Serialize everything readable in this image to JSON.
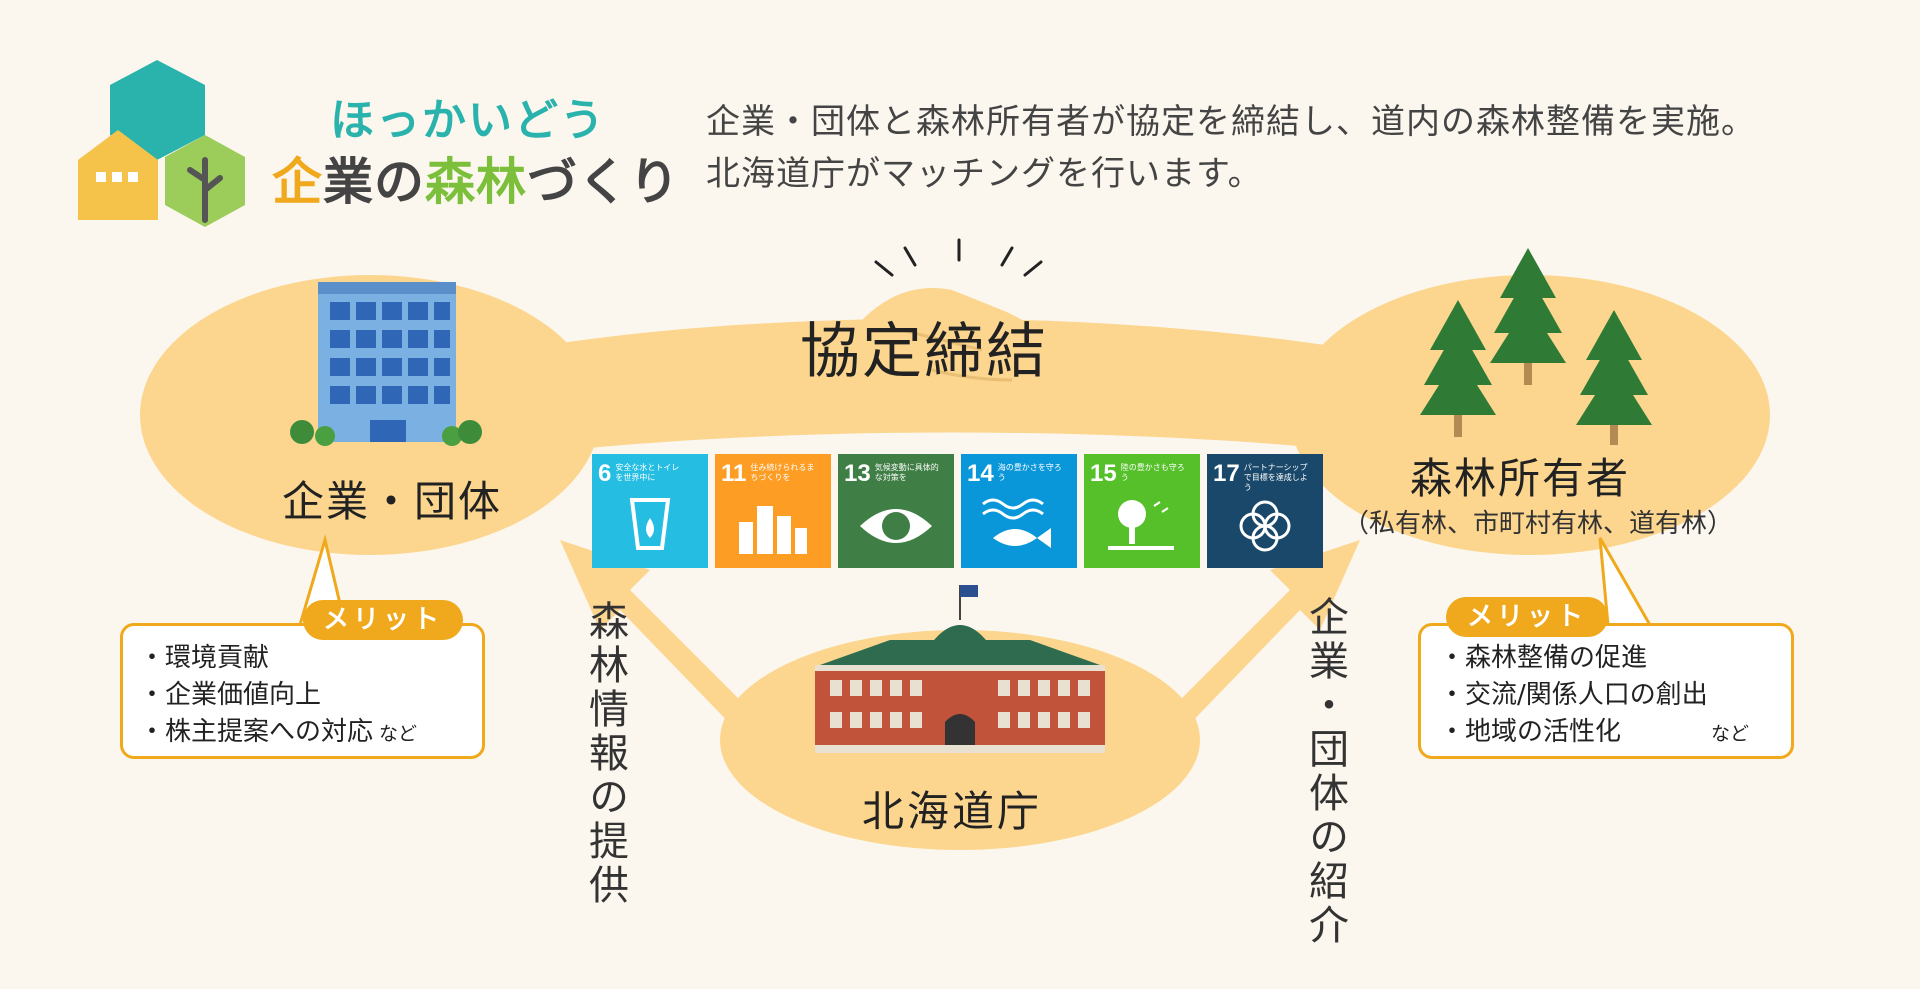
{
  "header": {
    "logo_line1": "ほっかいどう",
    "logo_line2_a": "企",
    "logo_line2_b": "業の",
    "logo_line2_c": "森林",
    "logo_line2_d": "づくり",
    "intro_line1": "企業・団体と森林所有者が協定を締結し、道内の森林整備を実施。",
    "intro_line2": "北海道庁がマッチングを行います。"
  },
  "diagram": {
    "agreement": "協定締結",
    "company": "企業・団体",
    "owner": "森林所有者",
    "owner_note": "（私有林、市町村有林、道有林）",
    "government": "北海道庁",
    "left_arrow_text": "森林情報の提供",
    "right_arrow_text": "企業・団体の紹介"
  },
  "merits": {
    "left": {
      "tag": "メリット",
      "items": [
        "・環境貢献",
        "・企業価値向上",
        "・株主提案への対応"
      ],
      "suffix": "など"
    },
    "right": {
      "tag": "メリット",
      "items": [
        "・森林整備の促進",
        "・交流/関係人口の創出",
        "・地域の活性化"
      ],
      "suffix": "など"
    }
  },
  "sdgs": [
    {
      "num": "6",
      "text": "安全な水とトイレを世界中に",
      "color": "#26bde2",
      "icon": "water-drop-icon"
    },
    {
      "num": "11",
      "text": "住み続けられるまちづくりを",
      "color": "#fd9d24",
      "icon": "city-icon"
    },
    {
      "num": "13",
      "text": "気候変動に具体的な対策を",
      "color": "#3f7e44",
      "icon": "eye-globe-icon"
    },
    {
      "num": "14",
      "text": "海の豊かさを守ろう",
      "color": "#0a97d9",
      "icon": "fish-icon"
    },
    {
      "num": "15",
      "text": "陸の豊かさも守ろう",
      "color": "#56c02b",
      "icon": "tree-icon"
    },
    {
      "num": "17",
      "text": "パートナーシップで目標を達成しよう",
      "color": "#19486a",
      "icon": "rings-icon"
    }
  ],
  "colors": {
    "accent_orange": "#f0a81c",
    "teal": "#29b3ac",
    "blob": "#fcd68f",
    "background": "#fbf7ef"
  }
}
